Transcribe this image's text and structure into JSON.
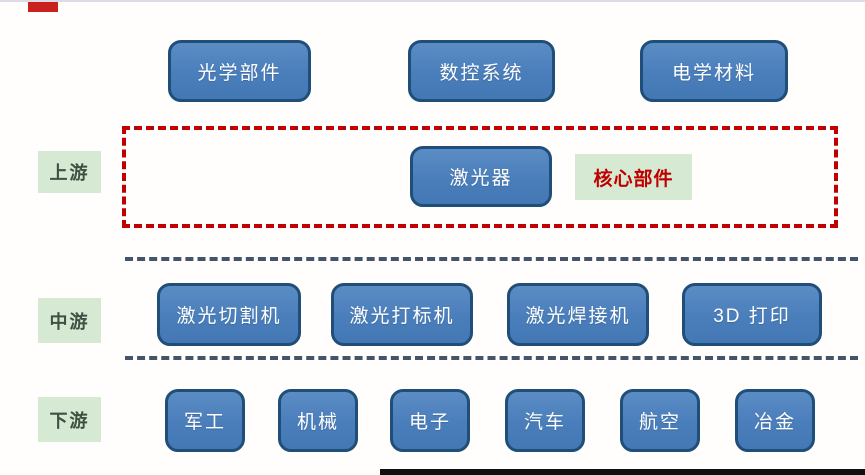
{
  "stages": {
    "upstream_label": "上游",
    "midstream_label": "中游",
    "downstream_label": "下游"
  },
  "upstream": {
    "component_boxes": [
      "光学部件",
      "数控系统",
      "电学材料"
    ],
    "laser_box": "激光器",
    "core_tag": "核心部件"
  },
  "midstream": {
    "boxes": [
      "激光切割机",
      "激光打标机",
      "激光焊接机",
      "3D 打印"
    ]
  },
  "downstream": {
    "boxes": [
      "军工",
      "机械",
      "电子",
      "汽车",
      "航空",
      "冶金"
    ]
  },
  "colors": {
    "box_fill": "#4a7ebb",
    "box_border": "#1f4e79",
    "box_text": "#ffffff",
    "stage_label_bg": "#d6e9d2",
    "stage_label_text": "#3c5244",
    "core_tag_text": "#c00000",
    "red_dashed_border": "#c00000",
    "blue_dashed_line": "#44546a",
    "top_left_mark": "#c9211e",
    "bottom_bar": "#101010"
  }
}
